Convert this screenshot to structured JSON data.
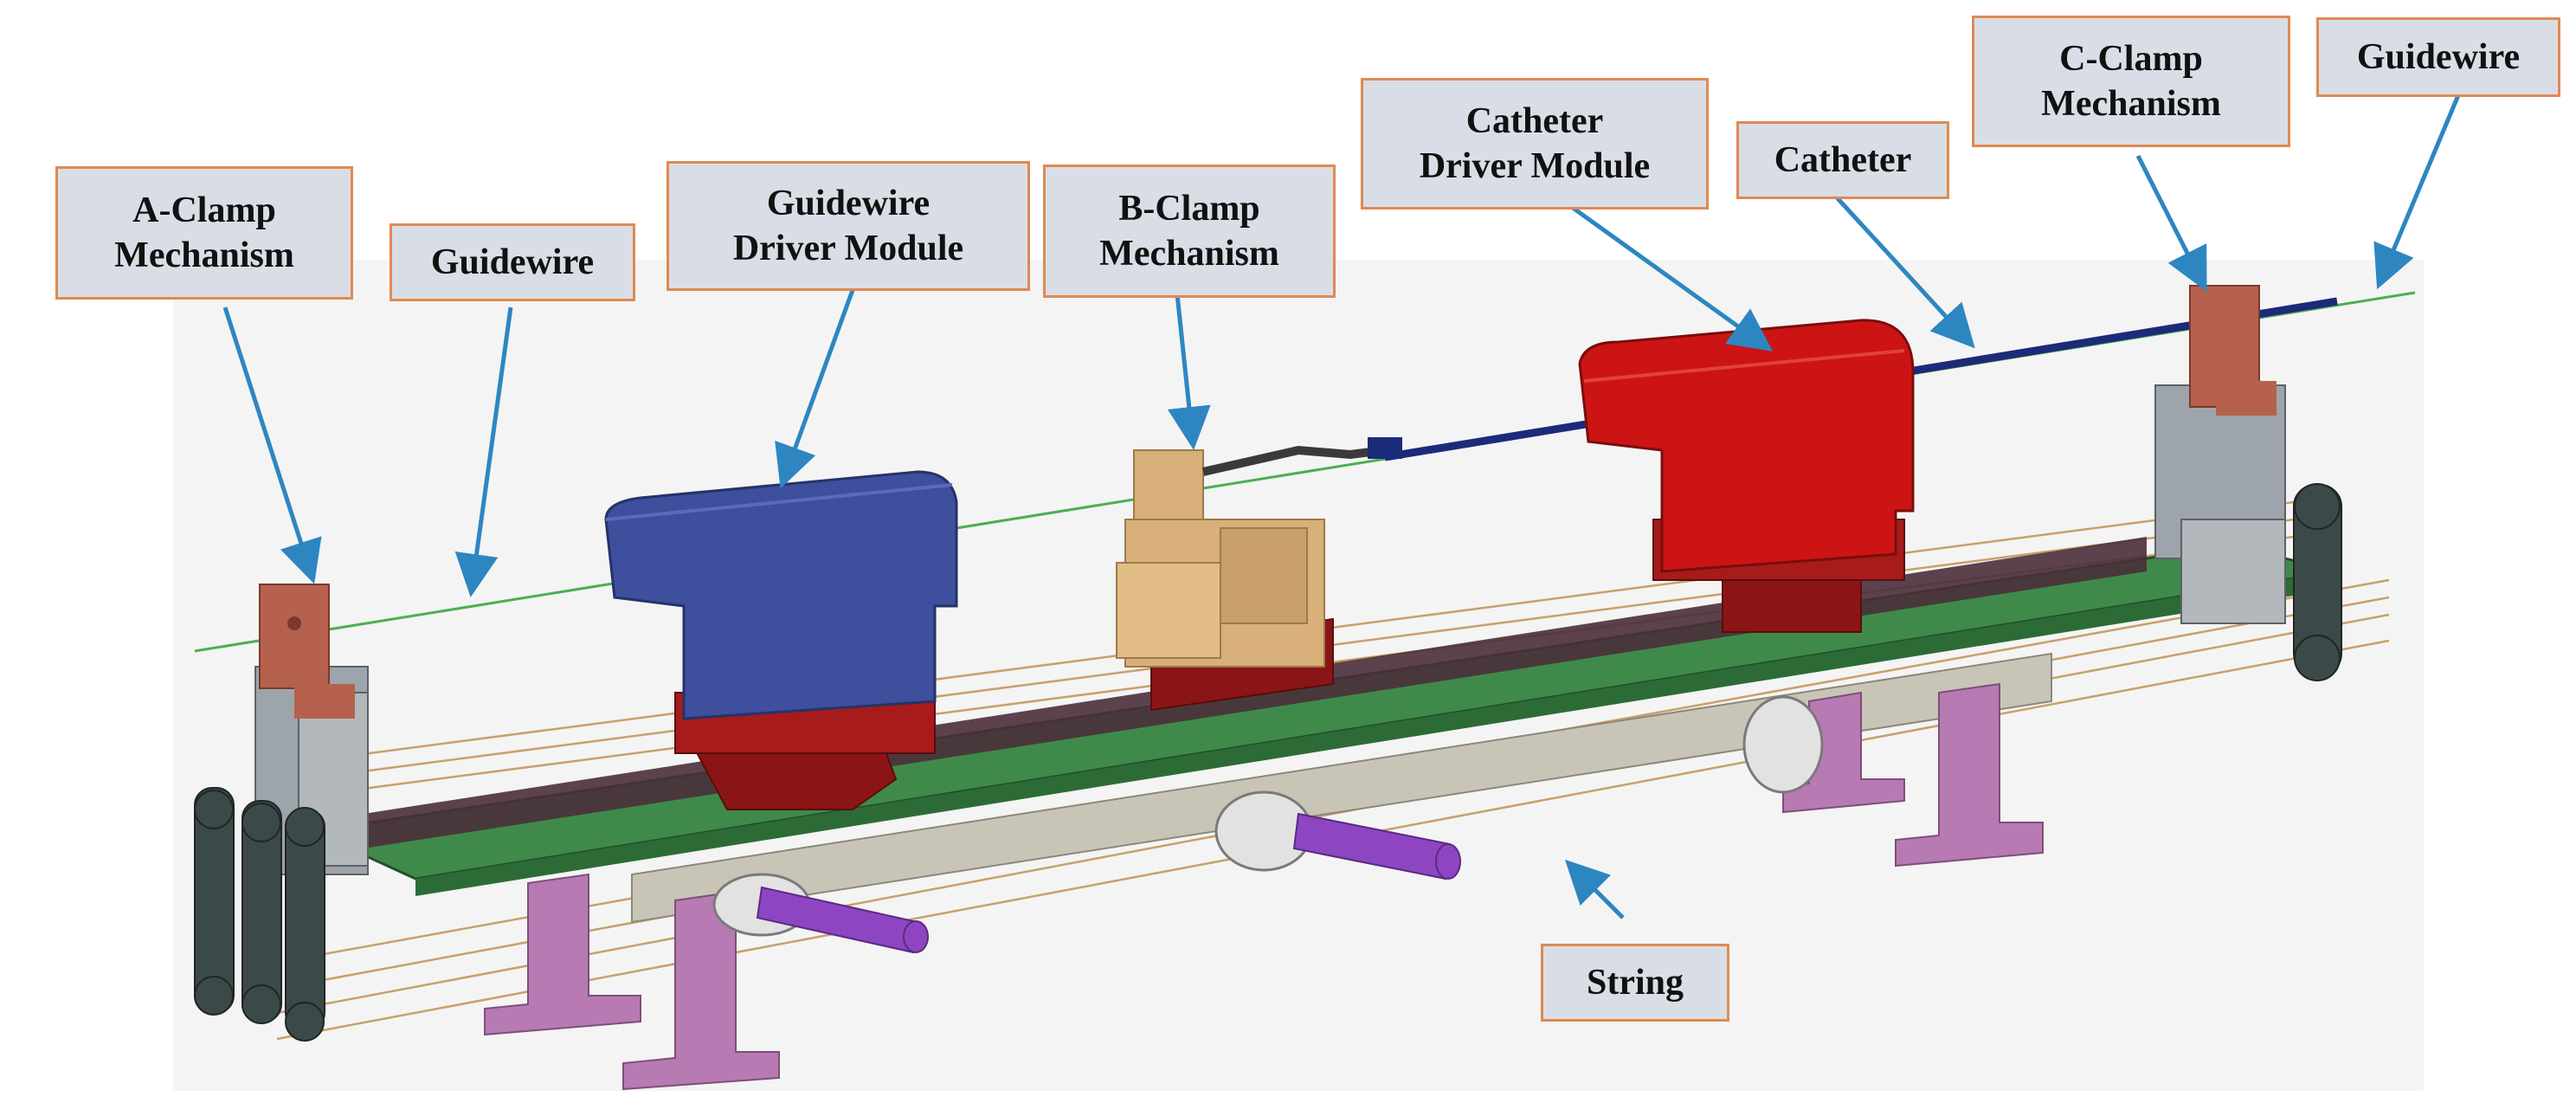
{
  "colors": {
    "callout_bg": "#d9dee6",
    "callout_border": "#e08a52",
    "arrow": "#2e86c1",
    "base_plate": "#3f8a4a",
    "guidewire_module": "#3e4f9e",
    "catheter_module": "#cc1414",
    "b_clamp": "#d9b07a",
    "clamp_heads": "#b5614e",
    "carriage": "#8b1515",
    "frame": "#c9c5b6",
    "legs": "#b77ab3",
    "rollers": "#8e45c2",
    "strings": "#c9a06a",
    "guidewire_line": "#4caf50",
    "catheter_line": "#1c2a7a"
  },
  "labels": {
    "a_clamp": [
      "A-Clamp",
      "Mechanism"
    ],
    "guidewire_left": [
      "Guidewire"
    ],
    "guidewire_driver": [
      "Guidewire",
      "Driver Module"
    ],
    "b_clamp": [
      "B-Clamp",
      "Mechanism"
    ],
    "catheter_driver": [
      "Catheter",
      "Driver Module"
    ],
    "catheter": [
      "Catheter"
    ],
    "c_clamp": [
      "C-Clamp",
      "Mechanism"
    ],
    "guidewire_right": [
      "Guidewire"
    ],
    "string": [
      "String"
    ]
  }
}
